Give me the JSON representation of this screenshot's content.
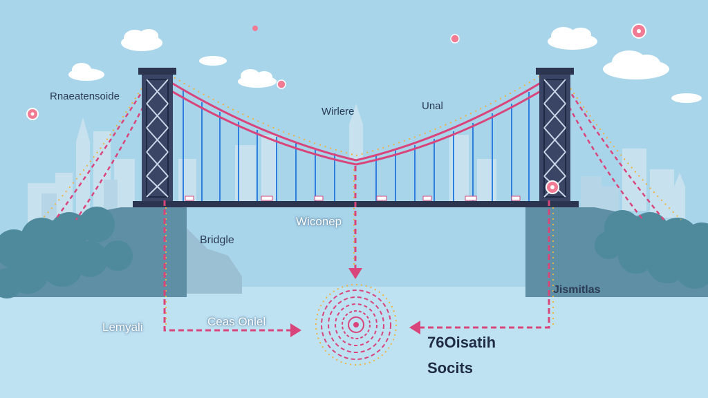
{
  "labels": {
    "top_left": "Rnaeatensoide",
    "center_top": "Wirlere",
    "center_right": "Unal",
    "under_deck": "Wiconep",
    "left_mid": "Bridgle",
    "right_mid": "Jismitlas",
    "bottom_left": "Lemyali",
    "bottom_center": "Ceas Onlel",
    "bottom_right_1": "76Oisatih",
    "bottom_right_2": "Socits"
  },
  "colors": {
    "sky": "#a9d5ea",
    "water": "#bfe2f2",
    "tower": "#3a4566",
    "cable": "#d9457a",
    "dots": "#f0b23c",
    "hanger": "#2f7fe0",
    "trees": "#4f8a9c"
  },
  "icons": [
    "pin-marker-icon",
    "cloud-icon",
    "arrow-right-icon",
    "arrow-down-icon",
    "arrow-left-icon",
    "target-spiral-icon"
  ]
}
